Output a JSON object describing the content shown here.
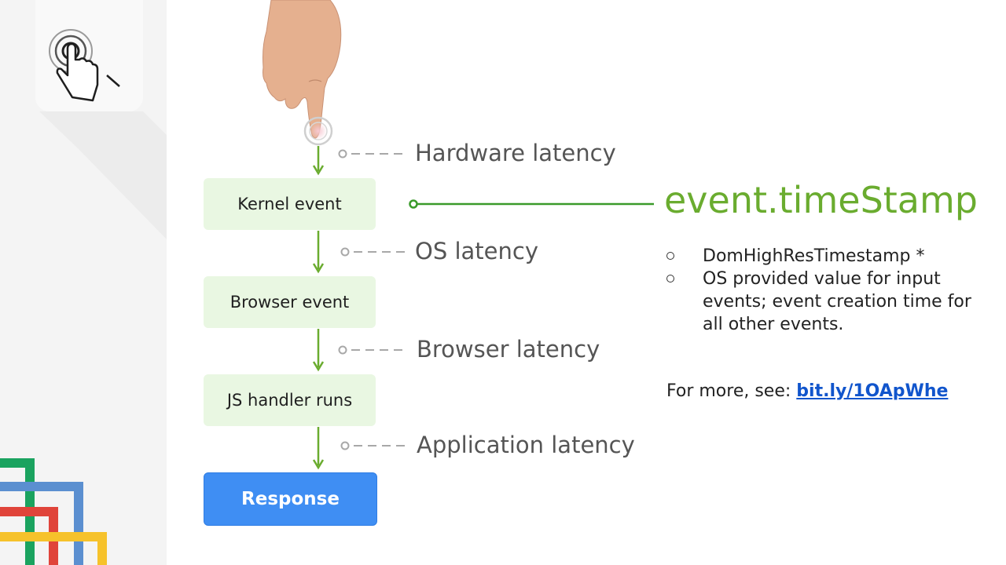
{
  "diagram": {
    "steps": [
      {
        "id": "kernel",
        "label": "Kernel event"
      },
      {
        "id": "browser",
        "label": "Browser event"
      },
      {
        "id": "js",
        "label": "JS handler runs"
      },
      {
        "id": "response",
        "label": "Response"
      }
    ],
    "latencies": [
      {
        "label": "Hardware latency"
      },
      {
        "label": "OS latency"
      },
      {
        "label": "Browser latency"
      },
      {
        "label": "Application latency"
      }
    ]
  },
  "timestamp": {
    "title": "event.timeStamp",
    "bullets": [
      "DomHighResTimestamp *",
      "OS provided value for input events; event creation time for all other events."
    ],
    "more_prefix": "For more, see: ",
    "more_link": "bit.ly/1OApWhe"
  },
  "colors": {
    "accent_green": "#6aac2f",
    "node_fill": "#e9f7e2",
    "response_blue": "#3f8ef3",
    "link_blue": "#1155cc"
  },
  "icons": [
    "tap-gesture-icon",
    "pointing-hand-icon",
    "google-developers-logo"
  ]
}
